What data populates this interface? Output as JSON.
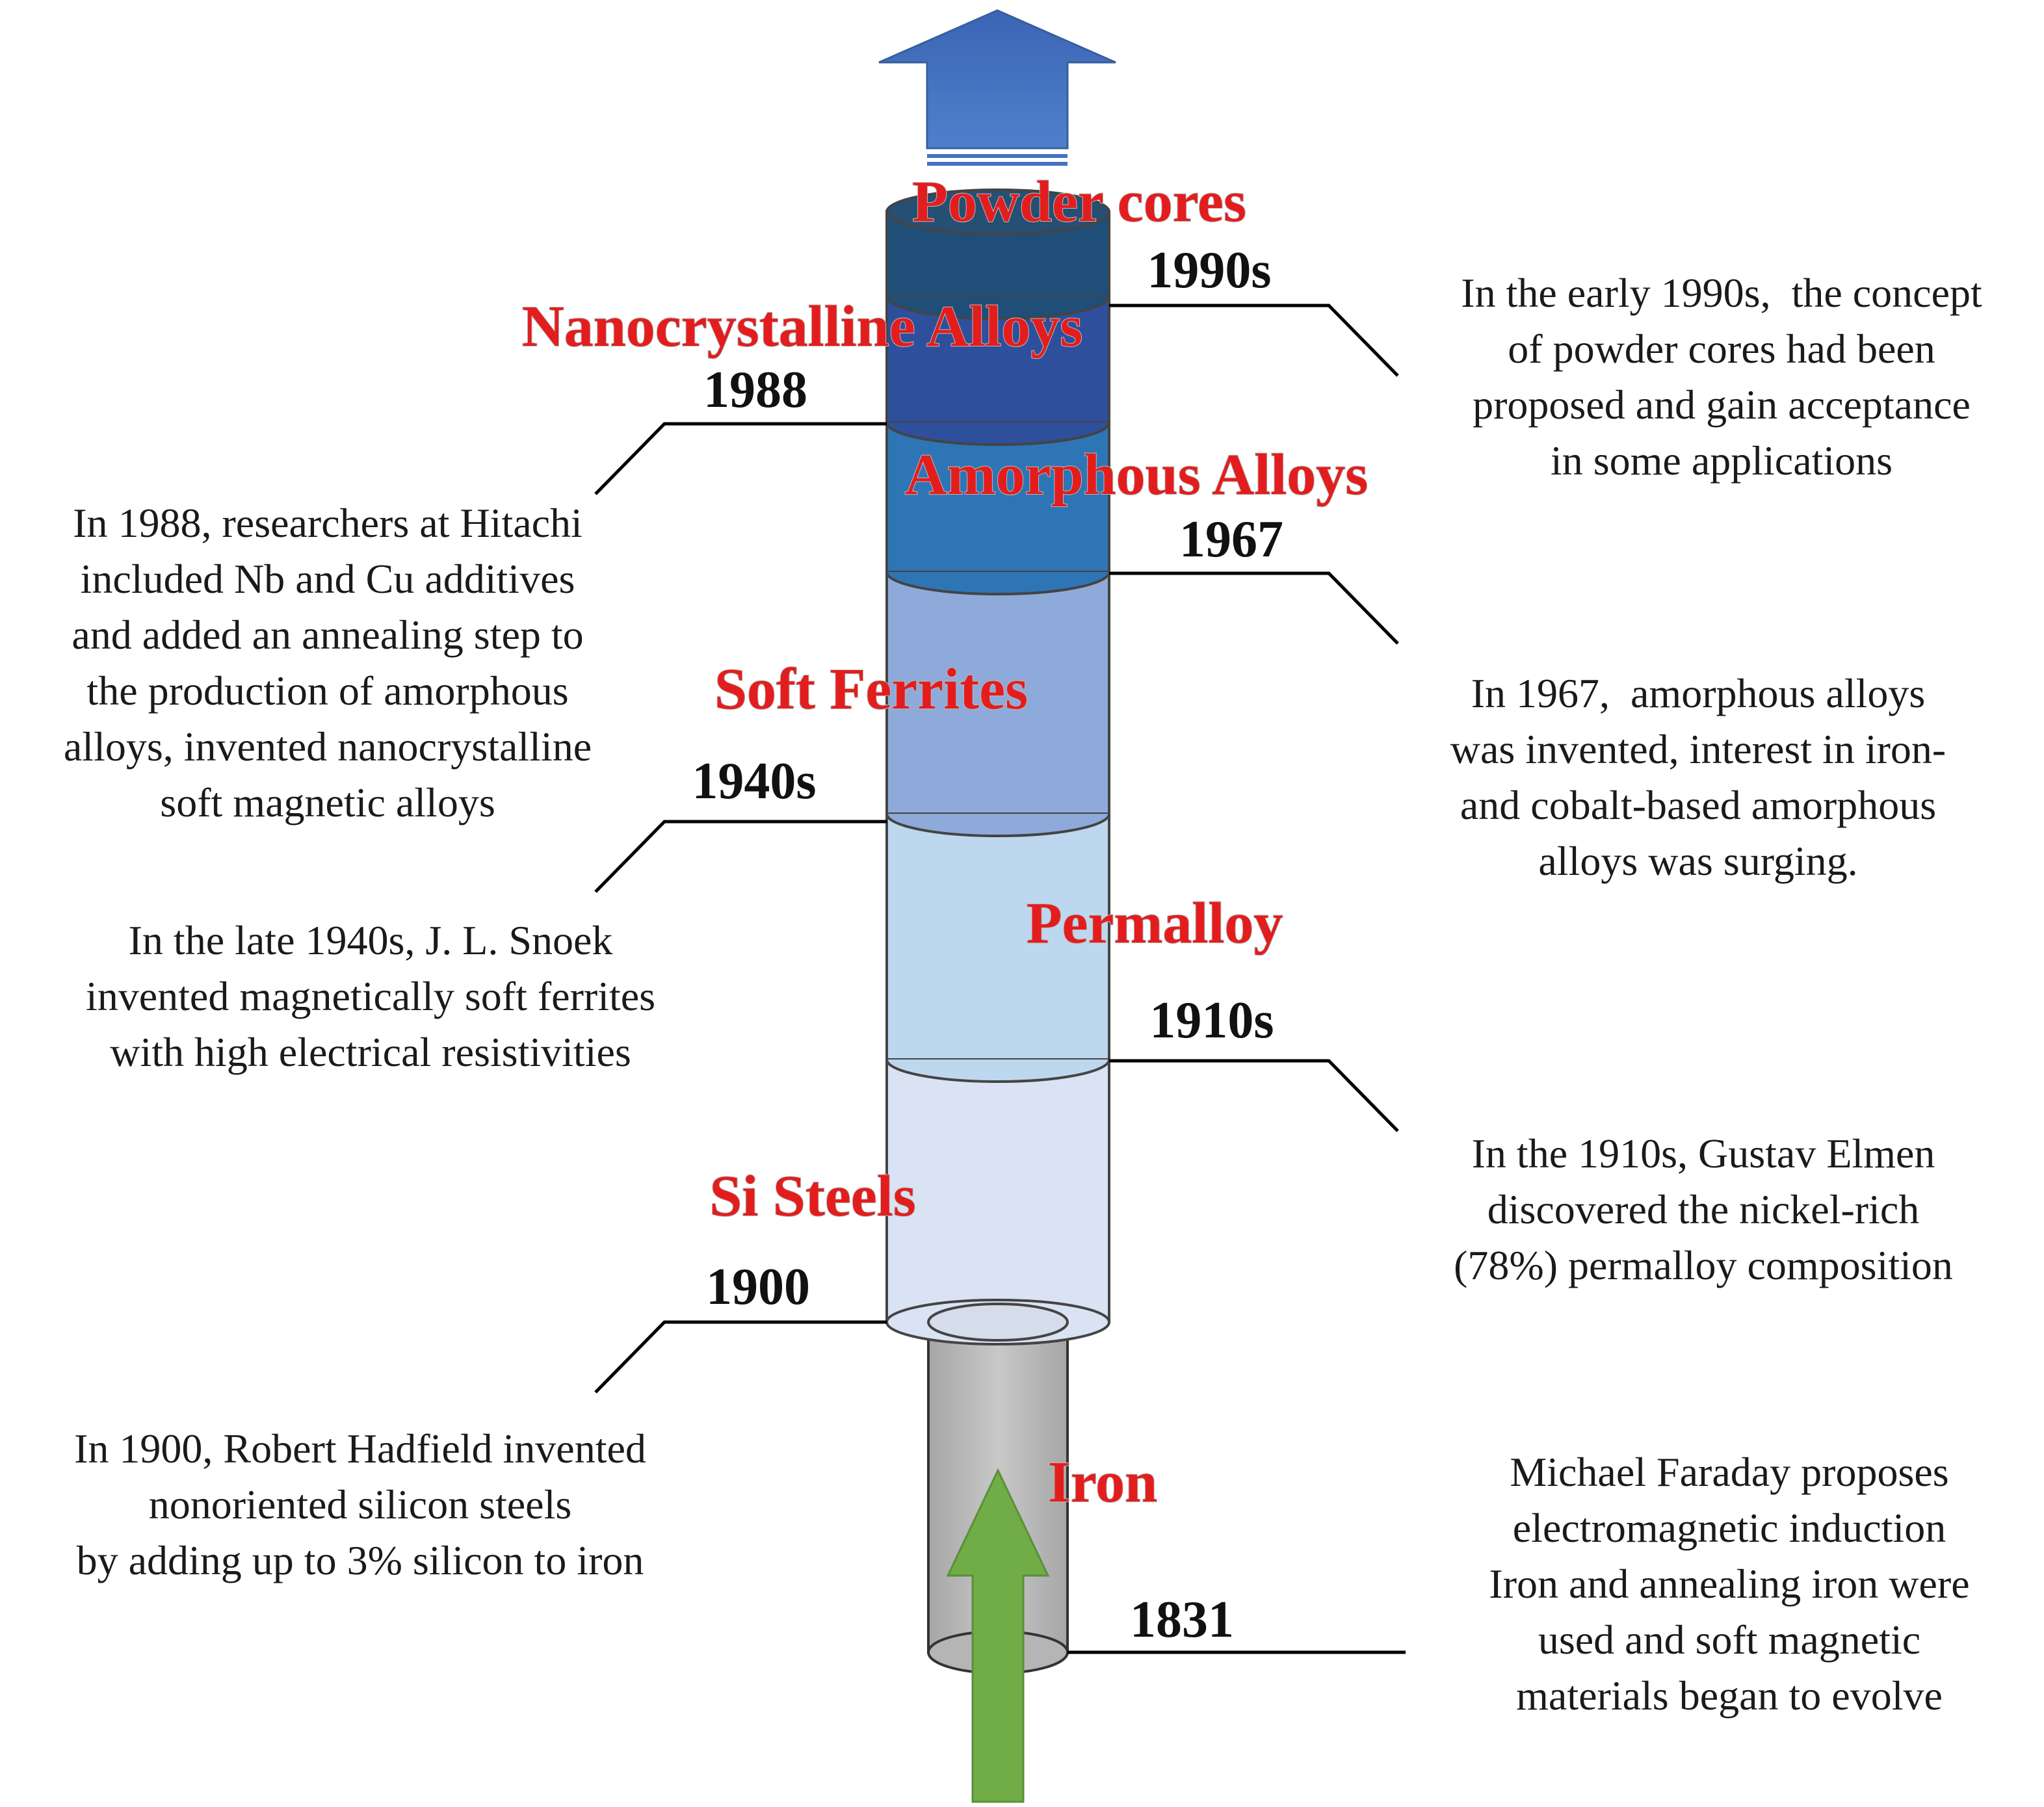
{
  "materials": {
    "powder_cores": "Powder cores",
    "nanocrystalline": "Nanocrystalline Alloys",
    "amorphous": "Amorphous Alloys",
    "soft_ferrites": "Soft Ferrites",
    "permalloy": "Permalloy",
    "si_steels": "Si Steels",
    "iron": "Iron"
  },
  "years": {
    "y1990s": "1990s",
    "y1988": "1988",
    "y1967": "1967",
    "y1940s": "1940s",
    "y1910s": "1910s",
    "y1900": "1900",
    "y1831": "1831"
  },
  "descriptions": {
    "d1990s": [
      "In the early 1990s,  the concept",
      "of powder cores had been",
      "proposed and gain acceptance",
      "in some applications"
    ],
    "d1988": [
      "In 1988, researchers at Hitachi",
      "included Nb and Cu additives",
      "and added an annealing step to",
      "the production of amorphous",
      "alloys, invented nanocrystalline",
      "soft magnetic alloys"
    ],
    "d1967": [
      "In 1967,  amorphous alloys",
      "was invented, interest in iron-",
      "and cobalt-based amorphous",
      "alloys was surging."
    ],
    "d1940s": [
      "In the late 1940s, J. L. Snoek",
      "invented magnetically soft ferrites",
      "with high electrical resistivities"
    ],
    "d1910s": [
      "In the 1910s, Gustav Elmen",
      "discovered the nickel-rich",
      "(78%) permalloy composition"
    ],
    "d1900": [
      "In 1900, Robert Hadfield invented",
      "nonoriented silicon steels",
      "by adding up to 3% silicon to iron"
    ],
    "d1831": [
      "Michael Faraday proposes",
      "electromagnetic induction",
      "Iron and annealing iron were",
      "used and soft magnetic",
      "materials began to evolve"
    ]
  },
  "colors": {
    "powder_cores": "#1f4e79",
    "nanocrystalline": "#2e4f9c",
    "amorphous": "#2e75b6",
    "soft_ferrites": "#8eaadb",
    "permalloy": "#bdd7ee",
    "si_steels": "#dae3f3",
    "iron": "#bfbfbf",
    "blue_arrow": "#4472c4",
    "green_arrow": "#70ad47",
    "material_text": "#e31d1d"
  }
}
